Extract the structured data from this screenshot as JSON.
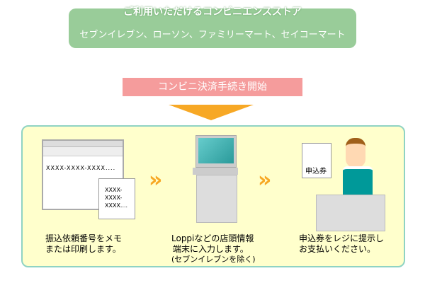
{
  "stores": {
    "title": "ご利用いただけるコンビニエンスストア",
    "list": "セブンイレブン、ローソン、ファミリーマート、セイコーマート"
  },
  "banner": "コンビニ決済手続き開始",
  "steps": [
    {
      "screen_number": "XXXX-XXXX-XXXX....",
      "memo_lines": [
        "XXXX-",
        "XXXX-",
        "XXXX...."
      ],
      "caption": [
        "振込依頼番号をメモ",
        "または印刷します。"
      ]
    },
    {
      "caption": [
        "Loppiなどの店頭情報",
        "端末に入力します。",
        "(セブンイレブンを除く)"
      ]
    },
    {
      "slip": "申込券",
      "caption": [
        "申込券をレジに提示し",
        "お支払いください。"
      ]
    }
  ],
  "colors": {
    "green": "#99cc99",
    "pink": "#f59c9c",
    "orange": "#f7a825",
    "panel": "#ffffcc",
    "teal": "#009999"
  }
}
